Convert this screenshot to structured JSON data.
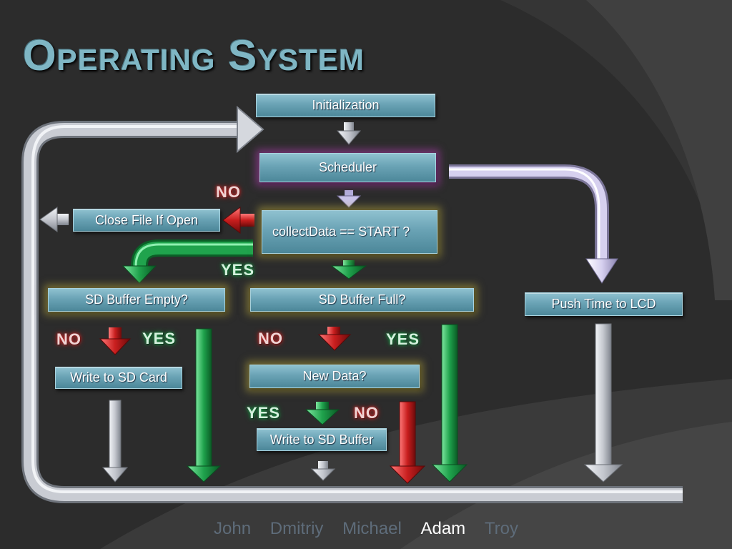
{
  "slide": {
    "title": "Operating System",
    "footer_names": [
      {
        "name": "John",
        "active": false
      },
      {
        "name": "Dmitriy",
        "active": false
      },
      {
        "name": "Michael",
        "active": false
      },
      {
        "name": "Adam",
        "active": true
      },
      {
        "name": "Troy",
        "active": false
      }
    ]
  },
  "flowchart": {
    "nodes": {
      "initialization": "Initialization",
      "scheduler": "Scheduler",
      "collect_data": "collectData == START ?",
      "close_file": "Close File If Open",
      "sd_buffer_empty": "SD Buffer Empty?",
      "sd_buffer_full": "SD Buffer Full?",
      "push_time": "Push Time to LCD",
      "write_sd_card": "Write to SD Card",
      "new_data": "New Data?",
      "write_sd_buffer": "Write to SD Buffer"
    },
    "branch_labels": {
      "no": "NO",
      "yes": "YES"
    }
  },
  "colors": {
    "background": "#2c2c2c",
    "box_fill": "#6aa3b5",
    "title": "#7fb6c4",
    "arrow_yes": "#1fa24c",
    "arrow_no": "#c81e1e",
    "arrow_neutral": "#c4c7ce",
    "arrow_scheduler": "#c5bde6"
  }
}
